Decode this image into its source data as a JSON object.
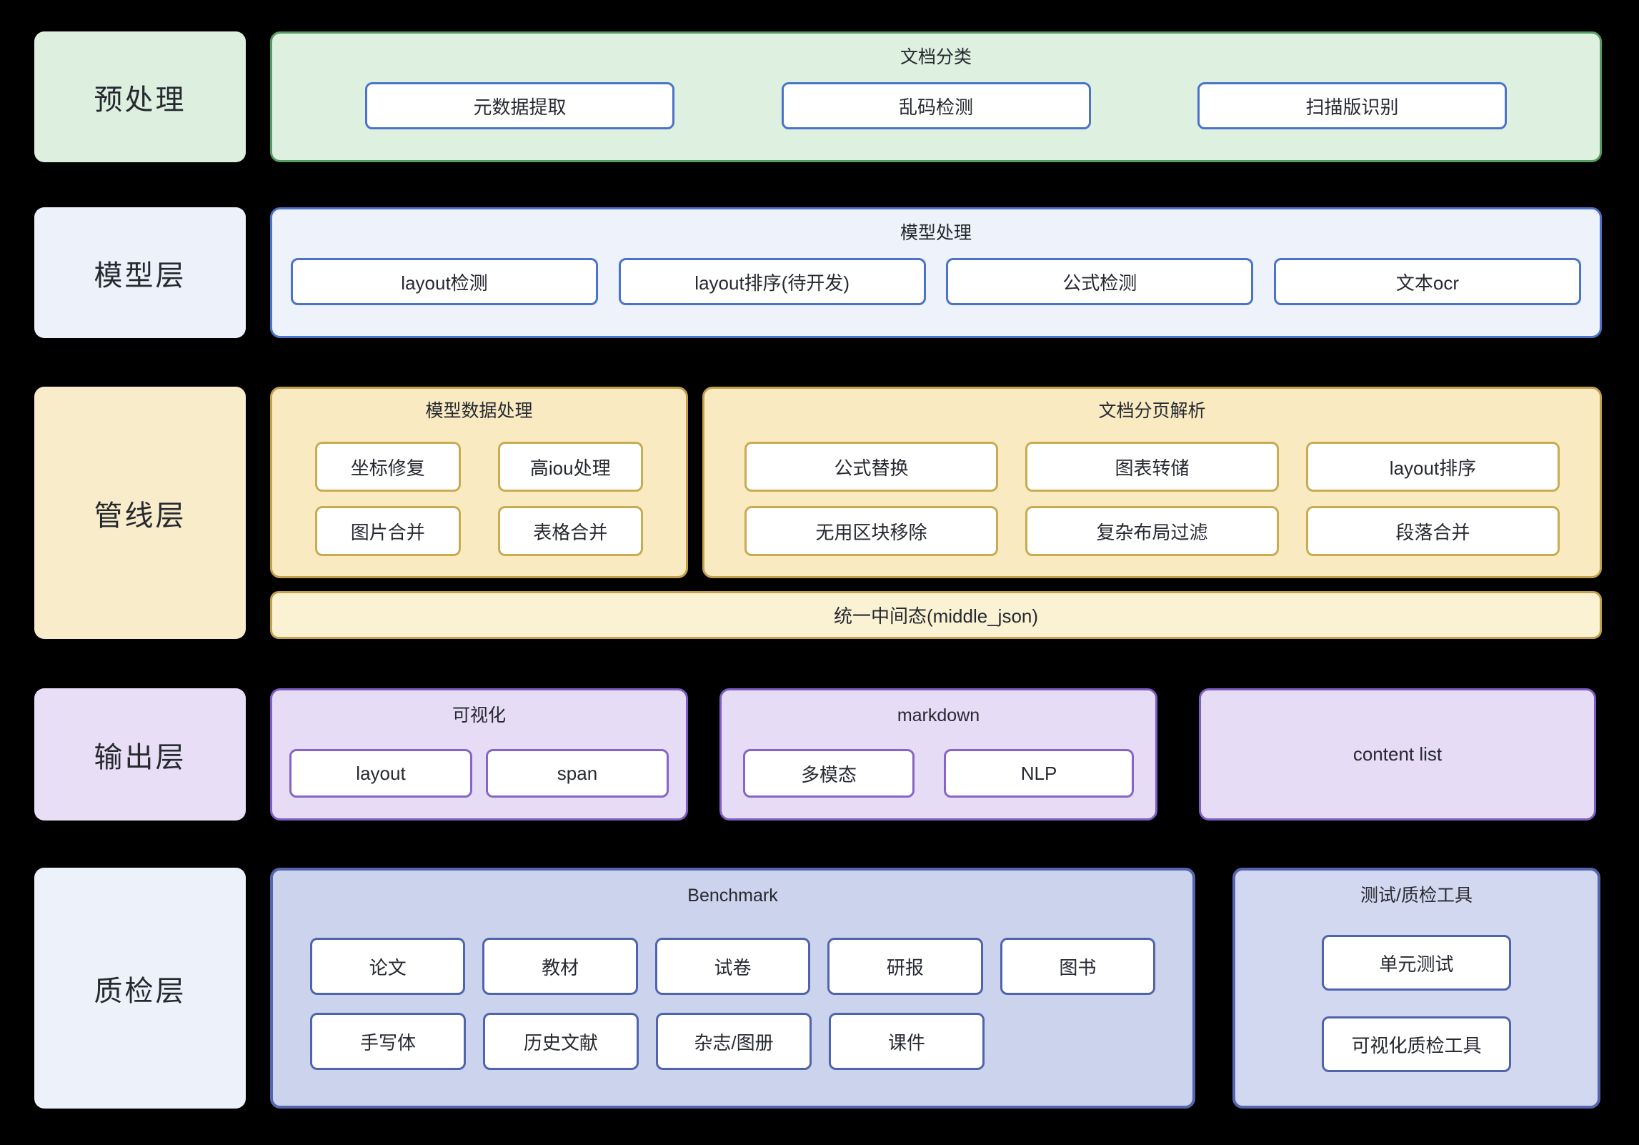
{
  "palette": {
    "background": "#000000",
    "green_fill": "#def1e1",
    "green_border": "#569b60",
    "blue_fill": "#edf2fb",
    "blue_border": "#4a73c9",
    "yellow_fill": "#f9eac2",
    "yellow_bar_fill": "#fbf2d3",
    "yellow_border": "#c2a14a",
    "purple_fill": "#e6dcf5",
    "purple_border": "#7e5ec6",
    "indigo_fill": "#cbd3ed",
    "indigo_light_fill": "#d2d8f0",
    "indigo_border": "#5565ae",
    "node_fill": "#ffffff",
    "text": "#262930"
  },
  "layers": {
    "preprocess": {
      "label": "预处理",
      "doc_classify": {
        "title": "文档分类",
        "items": [
          "元数据提取",
          "乱码检测",
          "扫描版识别"
        ]
      }
    },
    "model": {
      "label": "模型层",
      "model_process": {
        "title": "模型处理",
        "items": [
          "layout检测",
          "layout排序(待开发)",
          "公式检测",
          "文本ocr"
        ]
      }
    },
    "pipeline": {
      "label": "管线层",
      "model_data": {
        "title": "模型数据处理",
        "items": [
          "坐标修复",
          "高iou处理",
          "图片合并",
          "表格合并"
        ]
      },
      "doc_parse": {
        "title": "文档分页解析",
        "items": [
          "公式替换",
          "图表转储",
          "layout排序",
          "无用区块移除",
          "复杂布局过滤",
          "段落合并"
        ]
      },
      "middle_state": "统一中间态(middle_json)"
    },
    "output": {
      "label": "输出层",
      "visualization": {
        "title": "可视化",
        "items": [
          "layout",
          "span"
        ]
      },
      "markdown": {
        "title": "markdown",
        "items": [
          "多模态",
          "NLP"
        ]
      },
      "content_list": "content list"
    },
    "qc": {
      "label": "质检层",
      "benchmark": {
        "title": "Benchmark",
        "row1": [
          "论文",
          "教材",
          "试卷",
          "研报",
          "图书"
        ],
        "row2": [
          "手写体",
          "历史文献",
          "杂志/图册",
          "课件"
        ]
      },
      "tools": {
        "title": "测试/质检工具",
        "items": [
          "单元测试",
          "可视化质检工具"
        ]
      }
    }
  }
}
